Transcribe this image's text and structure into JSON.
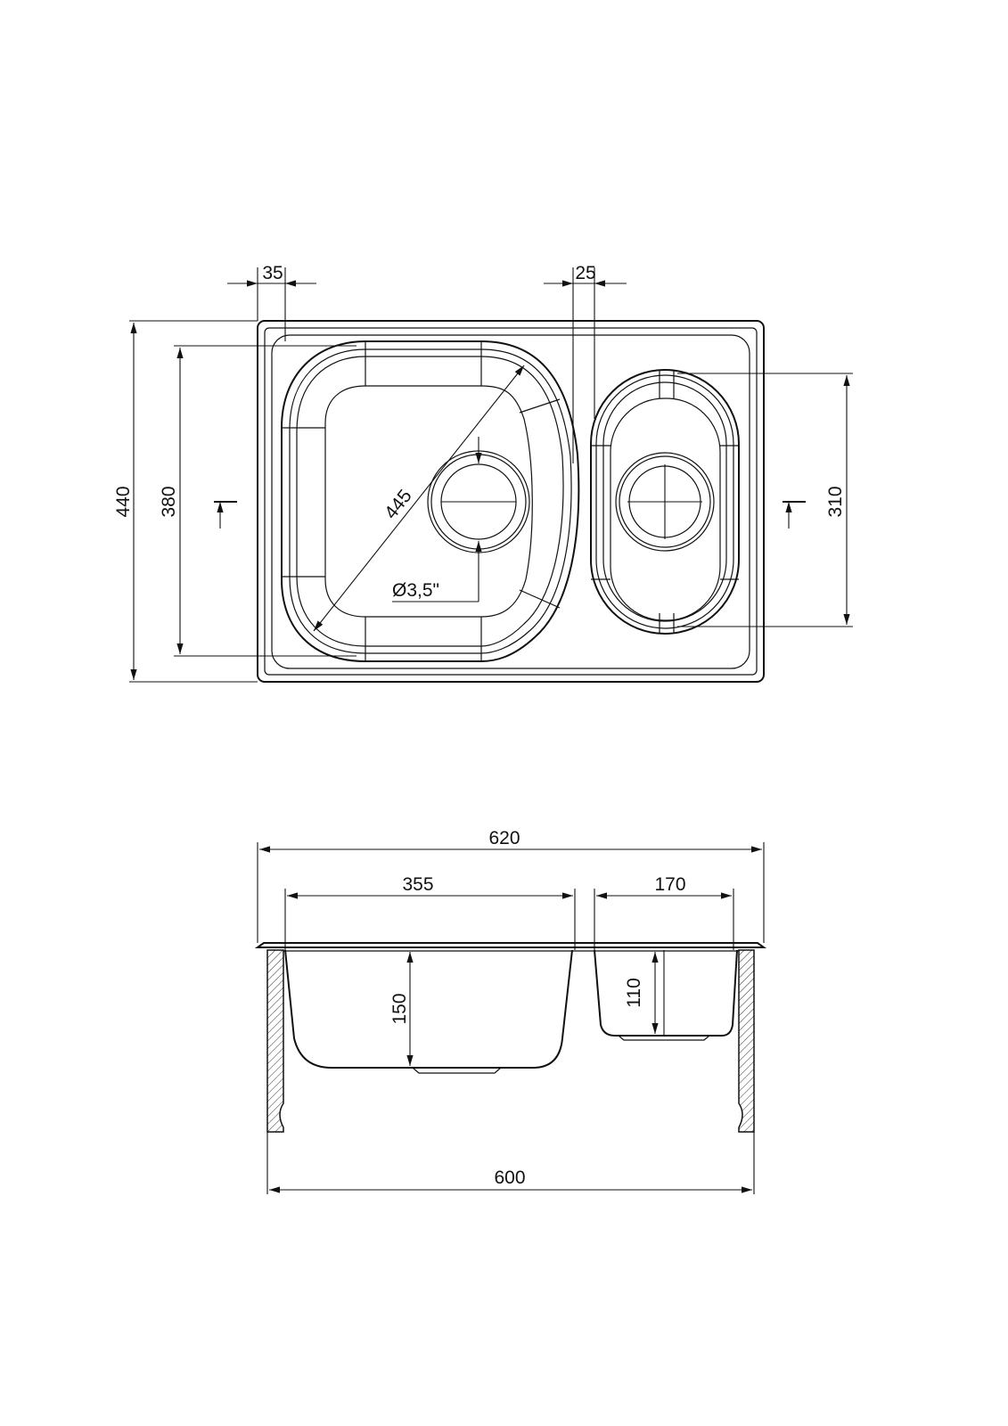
{
  "drawing": {
    "top_view": {
      "dim_rim_left": "35",
      "dim_gap_between_bowls": "25",
      "dim_overall_depth": "440",
      "dim_large_bowl_depth": "380",
      "dim_large_bowl_diagonal": "445",
      "dim_drain_diameter": "Ø3,5\"",
      "dim_small_bowl_depth": "310"
    },
    "section_view": {
      "dim_overall_width": "620",
      "dim_large_bowl_width": "355",
      "dim_small_bowl_width": "170",
      "dim_large_bowl_height": "150",
      "dim_small_bowl_height": "110",
      "dim_cutout_width": "600"
    }
  }
}
